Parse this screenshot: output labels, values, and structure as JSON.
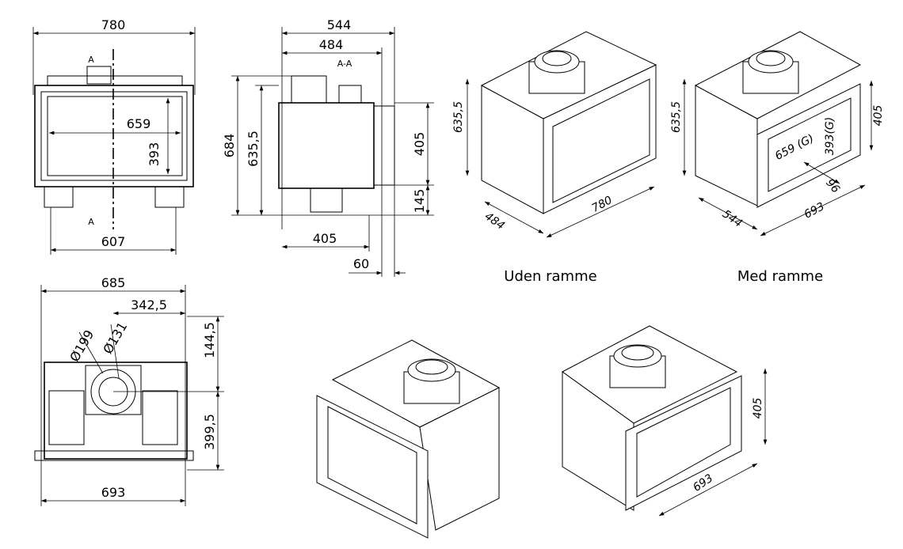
{
  "front_view": {
    "width_total": "780",
    "section_mark_top": "A",
    "section_mark_bottom": "A",
    "glass_width": "659",
    "glass_height": "393",
    "base_width": "607"
  },
  "section_view": {
    "depth_total": "544",
    "depth_body": "484",
    "section_label": "A-A",
    "height_total": "684",
    "height_body": "635,5",
    "opening_height": "405",
    "base_height": "145",
    "leg_span": "405",
    "frame_depth": "60"
  },
  "iso_without_frame": {
    "height": "635,5",
    "depth": "484",
    "width": "780",
    "caption": "Uden ramme"
  },
  "iso_with_frame": {
    "height": "635,5",
    "frame_height": "405",
    "glass_width": "659 (G)",
    "glass_height": "393(G)",
    "frame_depth": "96",
    "depth": "544",
    "width": "693",
    "caption": "Med ramme"
  },
  "top_view": {
    "width_total": "685",
    "half_width": "342,5",
    "flue_outer": "Ø199",
    "flue_inner": "Ø131",
    "front_offset": "144,5",
    "rear_offset": "399,5",
    "frame_width": "693"
  },
  "iso_bottom_right": {
    "frame_height": "405",
    "frame_width": "693"
  }
}
